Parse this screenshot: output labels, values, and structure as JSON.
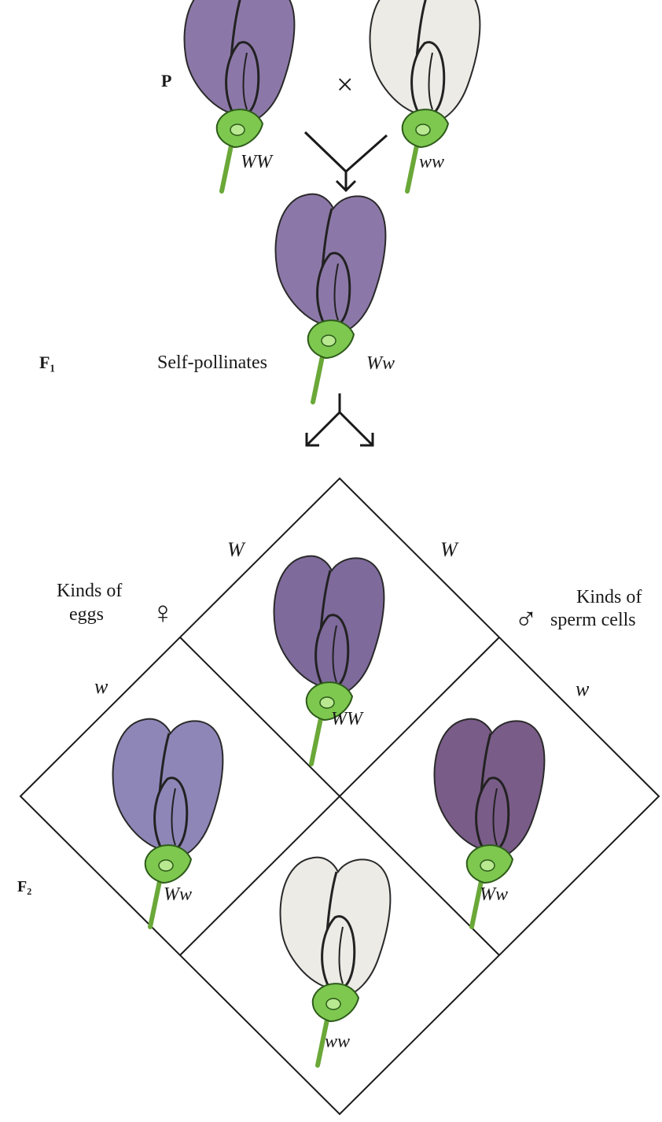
{
  "generations": {
    "p": "P",
    "f1": "F₁",
    "f2": "F₂"
  },
  "parents": {
    "cross_symbol": "×",
    "left_genotype": "WW",
    "right_genotype": "ww"
  },
  "f1": {
    "process": "Self-pollinates",
    "genotype": "Ww"
  },
  "punnett": {
    "eggs_label_line1": "Kinds of",
    "eggs_label_line2": "eggs",
    "female_symbol": "♀",
    "sperm_label_line1": "Kinds of",
    "sperm_label_line2": "sperm cells",
    "male_symbol": "♂",
    "egg_alleles": [
      "W",
      "w"
    ],
    "sperm_alleles": [
      "W",
      "w"
    ],
    "cells": {
      "top": "WW",
      "left": "Ww",
      "right": "Ww",
      "bottom": "ww"
    }
  },
  "colors": {
    "purple_petal": "#8c78a8",
    "dark_purple_petal": "#7a5c88",
    "white_petal": "#ecebe6",
    "sepal_green": "#7ec850",
    "line": "#1a1a1a"
  },
  "icons": {
    "purple_flower": "sweet-pea-purple",
    "white_flower": "sweet-pea-white"
  }
}
